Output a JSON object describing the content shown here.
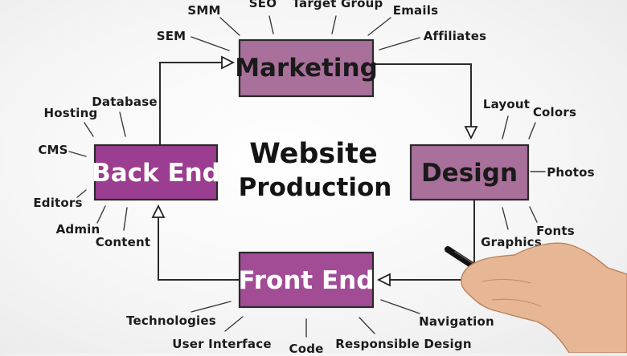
{
  "diagram": {
    "center": {
      "line1": "Website",
      "line2": "Production"
    },
    "boxes": {
      "marketing": "Marketing",
      "design": "Design",
      "front_end": "Front End",
      "back_end": "Back End"
    },
    "marketing_items": [
      "SMM",
      "SEO",
      "Target Group",
      "Emails",
      "SEM",
      "Affiliates"
    ],
    "design_items": [
      "Layout",
      "Colors",
      "Photos",
      "Graphics",
      "Fonts"
    ],
    "front_end_items": [
      "Technologies",
      "User Interface",
      "Code",
      "Responsible Design",
      "Navigation"
    ],
    "back_end_items": [
      "Hosting",
      "Database",
      "CMS",
      "Editors",
      "Admin",
      "Content"
    ],
    "colors": {
      "marketing_fill": "#a9709b",
      "design_fill": "#a9709b",
      "front_end_fill": "#a14c95",
      "back_end_fill": "#9b3d90"
    }
  }
}
